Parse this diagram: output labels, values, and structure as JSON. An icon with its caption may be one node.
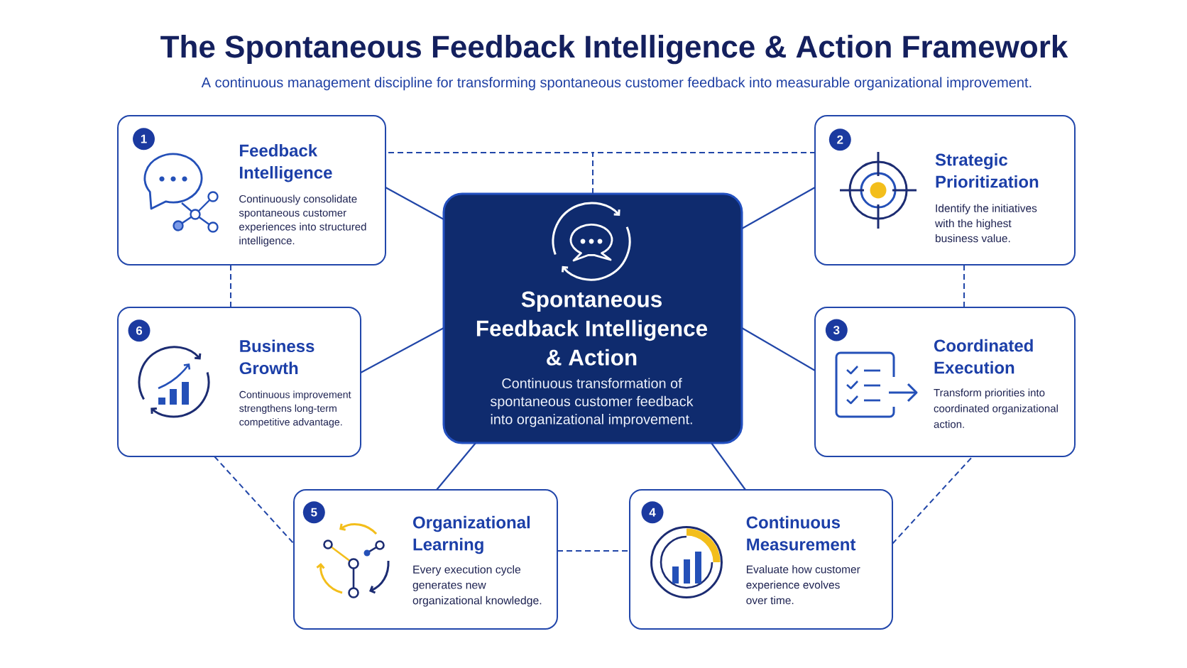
{
  "diagram": {
    "title": "The Spontaneous Feedback Intelligence & Action Framework",
    "caption": "A continuous management discipline for transforming spontaneous customer feedback into measurable organizational improvement.",
    "nodes": [
      {
        "text": [
          "Feedback Intelligence",
          "Continuously consolidate spontaneous customer experiences into structured intelligence."
        ]
      },
      {
        "text": [
          "1"
        ],
        "in": 0
      },
      {
        "text": [
          "Strategic Prioritization",
          "Identify the initiatives with the highest business value."
        ]
      },
      {
        "text": [
          "2"
        ],
        "in": 2
      },
      {
        "text": [
          "Spontaneous Feedback Intelligence & Action",
          "Continuous transformation of spontaneous customer feedback into organizational improvement."
        ]
      },
      {
        "text": [
          "Business Growth",
          "Continuous improvement strengthens long-term competitive advantage."
        ]
      },
      {
        "text": [
          "6"
        ],
        "in": 5
      },
      {
        "text": [
          "Coordinated Execution",
          "Transform priorities into coordinated organizational action."
        ]
      },
      {
        "text": [
          "3"
        ],
        "in": 7
      },
      {
        "text": [
          "Organizational Learning",
          "Every execution cycle generates new organizational knowledge."
        ]
      },
      {
        "text": [
          "5"
        ],
        "in": 9
      },
      {
        "text": [
          "Continuous Measurement",
          "Evaluate how customer experience evolves over time."
        ]
      },
      {
        "text": [
          "4"
        ],
        "in": 11
      }
    ],
    "edges": [
      {
        "from": 4,
        "to": 0,
        "arrow": "none"
      },
      {
        "from": 4,
        "to": 2,
        "arrow": "none"
      },
      {
        "from": 4,
        "to": 5,
        "arrow": "none"
      },
      {
        "from": 4,
        "to": 7,
        "arrow": "none"
      },
      {
        "from": 4,
        "to": 9,
        "arrow": "none"
      },
      {
        "from": 4,
        "to": 11,
        "arrow": "none"
      },
      {
        "from": 4,
        "to": 0,
        "arrow": "none",
        "style": "dashed"
      },
      {
        "from": 4,
        "to": 2,
        "arrow": "none",
        "style": "dashed"
      },
      {
        "from": 0,
        "to": 5,
        "arrow": "none",
        "style": "dashed"
      },
      {
        "from": 2,
        "to": 7,
        "arrow": "none",
        "style": "dashed"
      },
      {
        "from": 5,
        "to": 9,
        "arrow": "none",
        "style": "dashed"
      },
      {
        "from": 9,
        "to": 11,
        "arrow": "none",
        "style": "dashed"
      },
      {
        "from": 11,
        "to": 7,
        "arrow": "none",
        "style": "dashed"
      }
    ]
  }
}
